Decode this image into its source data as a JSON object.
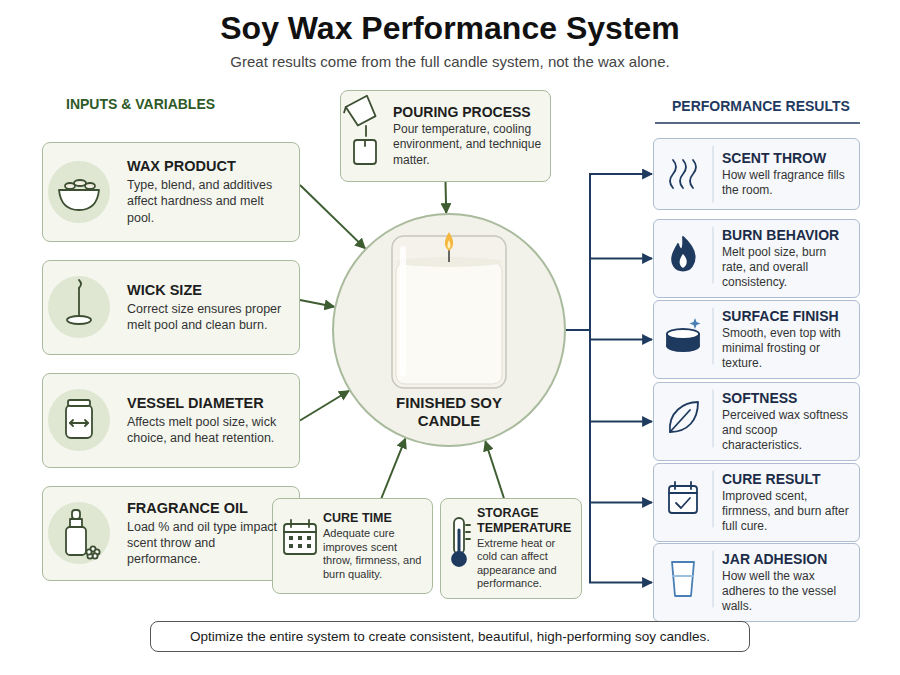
{
  "diagram": {
    "title": "Soy Wax Performance System",
    "nodes": [
      {
        "text": [
          "WAX PRODUCT",
          "Type, blend, and additives affect hardness and melt pool."
        ]
      },
      {
        "text": [
          "WICK SIZE",
          "Correct size ensures proper melt pool and clean burn."
        ]
      },
      {
        "text": [
          "VESSEL DIAMETER",
          "Affects melt pool size, wick choice, and heat retention."
        ]
      },
      {
        "text": [
          "FRAGRANCE OIL",
          "Load % and oil type impact scent throw and performance."
        ]
      },
      {
        "text": [
          "POURING PROCESS",
          "Pour temperature, cooling environment, and technique matter."
        ]
      },
      {
        "text": [
          "FINISHED SOY CANDLE"
        ]
      },
      {
        "text": [
          "CURE TIME",
          "Adequate cure improves scent throw, firmness, and burn quality."
        ]
      },
      {
        "text": [
          "STORAGE TEMPERATURE",
          "Extreme heat or cold can affect appearance and performance."
        ]
      },
      {
        "text": [
          "SCENT THROW",
          "How well fragrance fills the room."
        ]
      },
      {
        "text": [
          "BURN BEHAVIOR",
          "Melt pool size, burn rate, and overall consistency."
        ]
      },
      {
        "text": [
          "SURFACE FINISH",
          "Smooth, even top with minimal frosting or texture."
        ]
      },
      {
        "text": [
          "SOFTNESS",
          "Perceived wax softness and scoop characteristics."
        ]
      },
      {
        "text": [
          "CURE RESULT",
          "Improved scent, firmness, and burn after full cure."
        ]
      },
      {
        "text": [
          "JAR ADHESION",
          "How well the wax adheres to the vessel walls."
        ]
      },
      {
        "text": [
          "Optimize the entire system to create consistent, beautiful, high-performing soy candles."
        ]
      }
    ],
    "edges": [
      {
        "from": 0,
        "to": 5,
        "arrow": "to"
      },
      {
        "from": 1,
        "to": 5,
        "arrow": "to"
      },
      {
        "from": 2,
        "to": 5,
        "arrow": "to"
      },
      {
        "from": 4,
        "to": 5,
        "arrow": "to"
      },
      {
        "from": 6,
        "to": 5,
        "arrow": "to"
      },
      {
        "from": 7,
        "to": 5,
        "arrow": "to"
      },
      {
        "from": 5,
        "to": 8,
        "arrow": "to"
      },
      {
        "from": 5,
        "to": 9,
        "arrow": "to"
      },
      {
        "from": 5,
        "to": 10,
        "arrow": "to"
      },
      {
        "from": 5,
        "to": 11,
        "arrow": "to"
      },
      {
        "from": 5,
        "to": 12,
        "arrow": "to"
      },
      {
        "from": 5,
        "to": 13,
        "arrow": "to"
      }
    ],
    "labels": [
      "Great results come from the full candle system, not the wax alone.",
      "INPUTS & VARIABLES",
      "PERFORMANCE RESULTS"
    ]
  }
}
